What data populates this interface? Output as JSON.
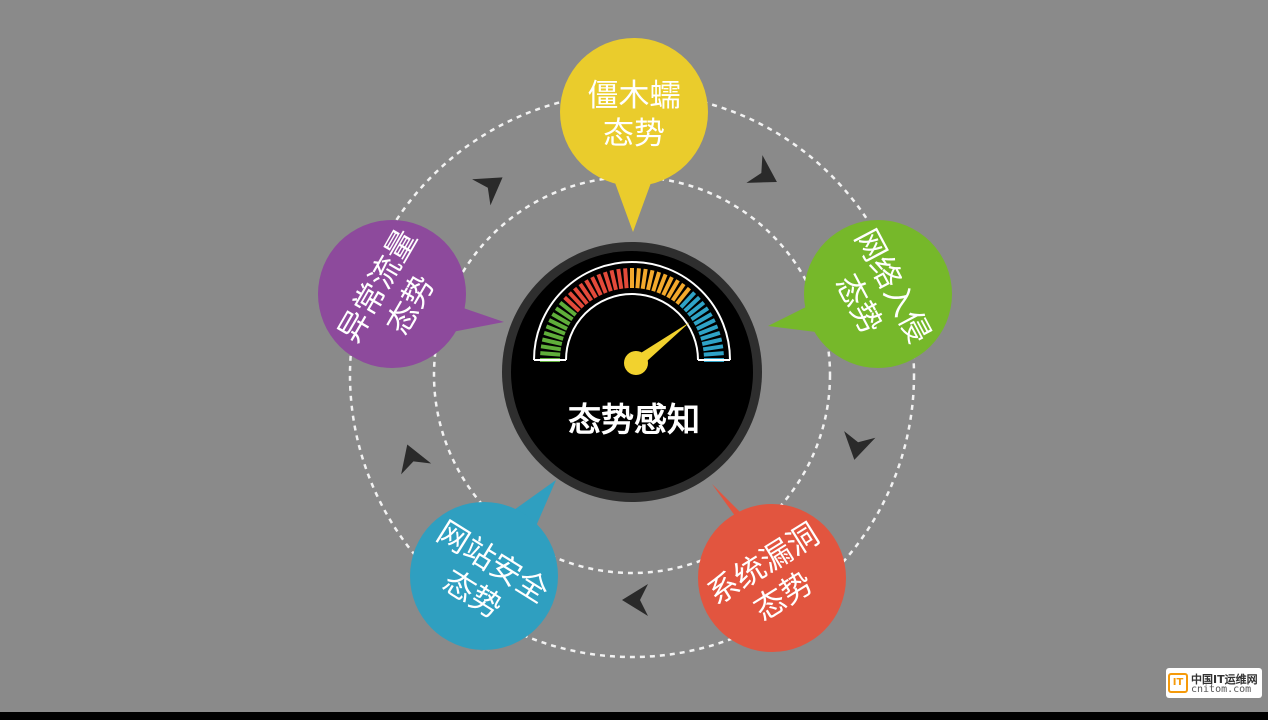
{
  "center": {
    "label": "态势感知",
    "ring_color": "#2e2e2e",
    "fill_color": "#000000",
    "needle_color": "#f2d22e"
  },
  "bubbles": [
    {
      "id": "zombie",
      "line1": "僵木蠕",
      "line2": "态势",
      "color": "#eacc2c"
    },
    {
      "id": "intrusion",
      "line1": "网络入侵",
      "line2": "态势",
      "color": "#76b82a"
    },
    {
      "id": "vulnerability",
      "line1": "系统漏洞",
      "line2": "态势",
      "color": "#e2553f"
    },
    {
      "id": "website",
      "line1": "网站安全",
      "line2": "态势",
      "color": "#2f9fc0"
    },
    {
      "id": "traffic",
      "line1": "异常流量",
      "line2": "态势",
      "color": "#8d4a9c"
    }
  ],
  "gauge": {
    "segment_colors": [
      "#5fae3a",
      "#e34a3a",
      "#f3a92c",
      "#2fa3c7"
    ]
  },
  "watermark": {
    "title": "中国IT运维网",
    "domain": "cnitom.com",
    "icon_text": "IT"
  }
}
